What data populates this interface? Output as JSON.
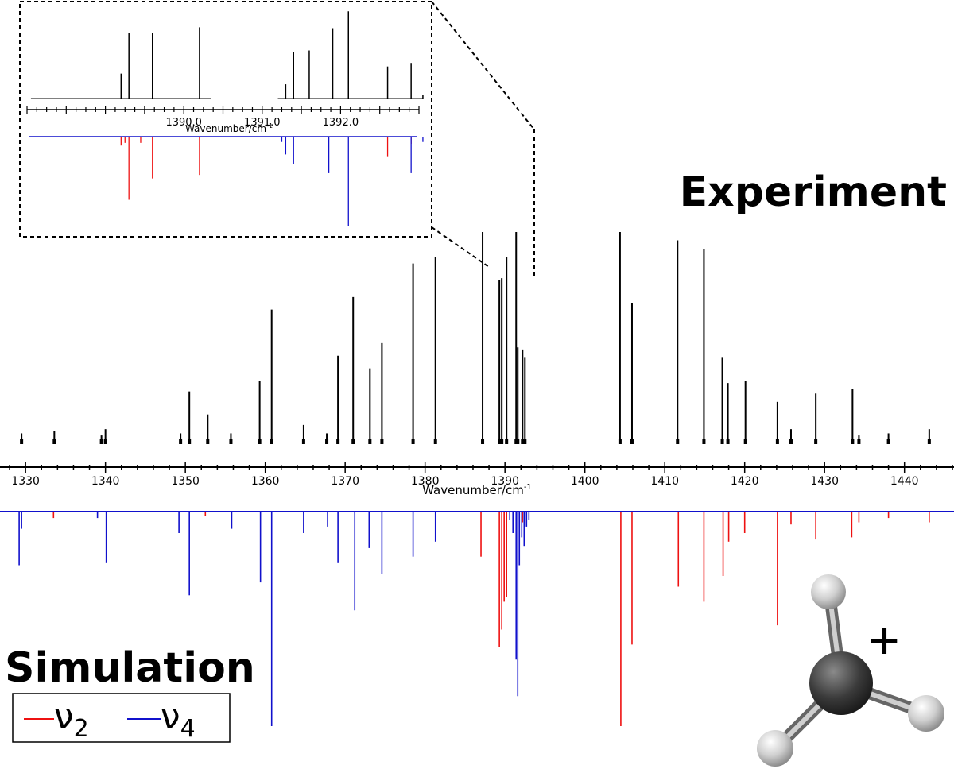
{
  "chart_data": {
    "type": "bar",
    "experiment_label": "Experiment",
    "simulation_label": "Simulation",
    "main_axis": {
      "xlabel": "Wavenumber/cm",
      "xlabel_sup": "-1",
      "xlim": [
        1327,
        1446
      ],
      "ticks": [
        1330,
        1340,
        1350,
        1360,
        1370,
        1380,
        1390,
        1400,
        1410,
        1420,
        1430,
        1440
      ]
    },
    "legend": {
      "position": "bottom-left",
      "entries": [
        {
          "symbol": "ν",
          "sub": "2",
          "color": "#ee1111"
        },
        {
          "symbol": "ν",
          "sub": "4",
          "color": "#1111cc"
        }
      ]
    },
    "charge_label": "+",
    "series": [
      {
        "name": "Experiment",
        "color": "#000000",
        "peaks": [
          [
            1329.5,
            0.04
          ],
          [
            1333.6,
            0.05
          ],
          [
            1339.5,
            0.03
          ],
          [
            1340.0,
            0.06
          ],
          [
            1349.4,
            0.04
          ],
          [
            1350.5,
            0.24
          ],
          [
            1352.8,
            0.13
          ],
          [
            1355.7,
            0.04
          ],
          [
            1359.3,
            0.29
          ],
          [
            1360.8,
            0.63
          ],
          [
            1364.8,
            0.08
          ],
          [
            1367.7,
            0.04
          ],
          [
            1369.1,
            0.41
          ],
          [
            1371.0,
            0.69
          ],
          [
            1373.1,
            0.35
          ],
          [
            1374.6,
            0.47
          ],
          [
            1378.5,
            0.85
          ],
          [
            1381.3,
            0.88
          ],
          [
            1387.2,
            1.0
          ],
          [
            1389.3,
            0.77
          ],
          [
            1389.6,
            0.78
          ],
          [
            1390.2,
            0.88
          ],
          [
            1391.4,
            1.0
          ],
          [
            1391.6,
            0.45
          ],
          [
            1392.2,
            0.44
          ],
          [
            1392.5,
            0.4
          ],
          [
            1404.4,
            1.0
          ],
          [
            1405.9,
            0.66
          ],
          [
            1411.6,
            0.96
          ],
          [
            1414.9,
            0.92
          ],
          [
            1417.2,
            0.4
          ],
          [
            1417.9,
            0.28
          ],
          [
            1420.1,
            0.29
          ],
          [
            1424.1,
            0.19
          ],
          [
            1425.8,
            0.06
          ],
          [
            1428.9,
            0.23
          ],
          [
            1433.5,
            0.25
          ],
          [
            1434.3,
            0.03
          ],
          [
            1438.0,
            0.04
          ],
          [
            1443.1,
            0.06
          ]
        ]
      },
      {
        "name": "ν2",
        "color": "#ee1111",
        "peaks": [
          [
            1333.5,
            0.03
          ],
          [
            1352.5,
            0.02
          ],
          [
            1387.0,
            0.21
          ],
          [
            1389.3,
            0.63
          ],
          [
            1389.6,
            0.55
          ],
          [
            1389.9,
            0.42
          ],
          [
            1390.2,
            0.4
          ],
          [
            1392.2,
            0.05
          ],
          [
            1404.5,
            1.0
          ],
          [
            1405.9,
            0.62
          ],
          [
            1411.7,
            0.35
          ],
          [
            1414.9,
            0.42
          ],
          [
            1417.3,
            0.3
          ],
          [
            1418.0,
            0.14
          ],
          [
            1420.0,
            0.1
          ],
          [
            1424.1,
            0.53
          ],
          [
            1425.8,
            0.06
          ],
          [
            1428.9,
            0.13
          ],
          [
            1433.4,
            0.12
          ],
          [
            1434.3,
            0.05
          ],
          [
            1438.0,
            0.03
          ],
          [
            1443.1,
            0.05
          ]
        ]
      },
      {
        "name": "ν4",
        "color": "#1111cc",
        "peaks": [
          [
            1329.2,
            0.25
          ],
          [
            1329.5,
            0.08
          ],
          [
            1339.0,
            0.03
          ],
          [
            1340.1,
            0.24
          ],
          [
            1349.2,
            0.1
          ],
          [
            1350.5,
            0.39
          ],
          [
            1355.8,
            0.08
          ],
          [
            1359.4,
            0.33
          ],
          [
            1360.8,
            1.0
          ],
          [
            1364.8,
            0.1
          ],
          [
            1367.8,
            0.07
          ],
          [
            1369.1,
            0.24
          ],
          [
            1371.2,
            0.46
          ],
          [
            1373.0,
            0.17
          ],
          [
            1374.6,
            0.29
          ],
          [
            1378.5,
            0.21
          ],
          [
            1381.3,
            0.14
          ],
          [
            1390.6,
            0.04
          ],
          [
            1391.0,
            0.1
          ],
          [
            1391.4,
            0.69
          ],
          [
            1391.6,
            0.86
          ],
          [
            1391.8,
            0.25
          ],
          [
            1392.1,
            0.12
          ],
          [
            1392.4,
            0.16
          ],
          [
            1392.7,
            0.07
          ],
          [
            1393.0,
            0.04
          ]
        ]
      }
    ],
    "inset": {
      "xlabel": "Wavenumber/cm",
      "xlabel_sup": "-1",
      "xlim": [
        1388.0,
        1393.0
      ],
      "ticks": [
        1390.0,
        1391.0,
        1392.0
      ],
      "experiment": [
        [
          1389.2,
          0.28
        ],
        [
          1389.3,
          0.74
        ],
        [
          1389.6,
          0.74
        ],
        [
          1390.2,
          0.8
        ],
        [
          1391.3,
          0.16
        ],
        [
          1391.4,
          0.52
        ],
        [
          1391.6,
          0.54
        ],
        [
          1391.9,
          0.79
        ],
        [
          1392.1,
          0.98
        ],
        [
          1392.6,
          0.36
        ],
        [
          1392.9,
          0.4
        ],
        [
          1393.05,
          0.04
        ]
      ],
      "simulation": [
        {
          "series": "ν2",
          "peaks": [
            [
              1389.2,
              0.1
            ],
            [
              1389.25,
              0.07
            ],
            [
              1389.3,
              0.71
            ],
            [
              1389.45,
              0.07
            ],
            [
              1389.6,
              0.47
            ],
            [
              1390.2,
              0.43
            ],
            [
              1392.6,
              0.22
            ],
            [
              1392.9,
              0.08
            ]
          ]
        },
        {
          "series": "ν4",
          "peaks": [
            [
              1391.25,
              0.06
            ],
            [
              1391.3,
              0.2
            ],
            [
              1391.4,
              0.31
            ],
            [
              1391.85,
              0.41
            ],
            [
              1392.1,
              1.0
            ],
            [
              1392.9,
              0.41
            ],
            [
              1393.05,
              0.06
            ]
          ]
        }
      ]
    }
  }
}
